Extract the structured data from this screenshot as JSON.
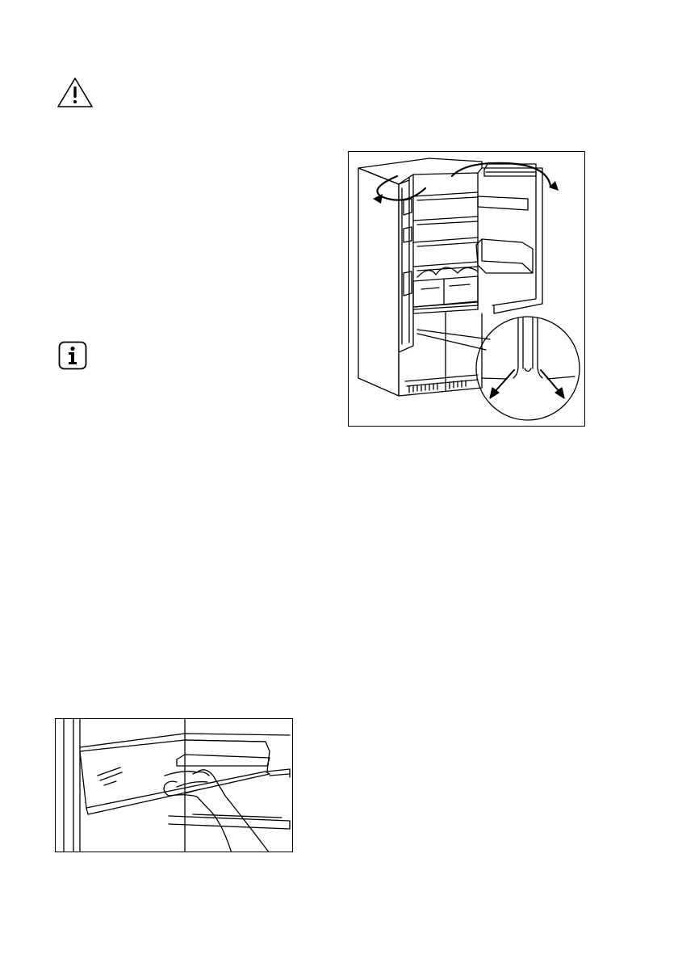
{
  "page": {
    "icons": {
      "warning": "warning-triangle-icon",
      "info": "info-icon"
    },
    "figures": [
      {
        "name": "fridge-door-opening-illustration",
        "description_icon": "fridge-doors-open-with-arrows"
      },
      {
        "name": "glass-shelf-removal-illustration",
        "description_icon": "hand-sliding-glass-shelf"
      }
    ]
  }
}
